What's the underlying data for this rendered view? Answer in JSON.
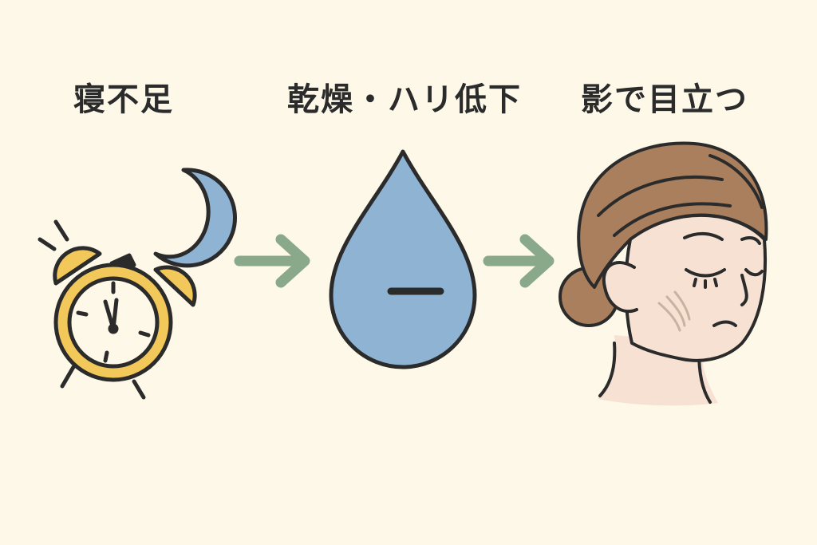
{
  "steps": [
    {
      "label": "寝不足",
      "icon": "alarm-clock-moon-icon"
    },
    {
      "label": "乾燥・ハリ低下",
      "icon": "water-drop-minus-icon"
    },
    {
      "label": "影で目立つ",
      "icon": "tired-woman-face-icon"
    }
  ],
  "colors": {
    "background": "#fdf8e8",
    "arrow": "#8aa88a",
    "clock": "#f2c85b",
    "moon": "#8fb3d3",
    "drop": "#8fb3d3",
    "hair": "#a97f5d",
    "skin": "#f6e1d3",
    "outline": "#2b2b2b"
  }
}
